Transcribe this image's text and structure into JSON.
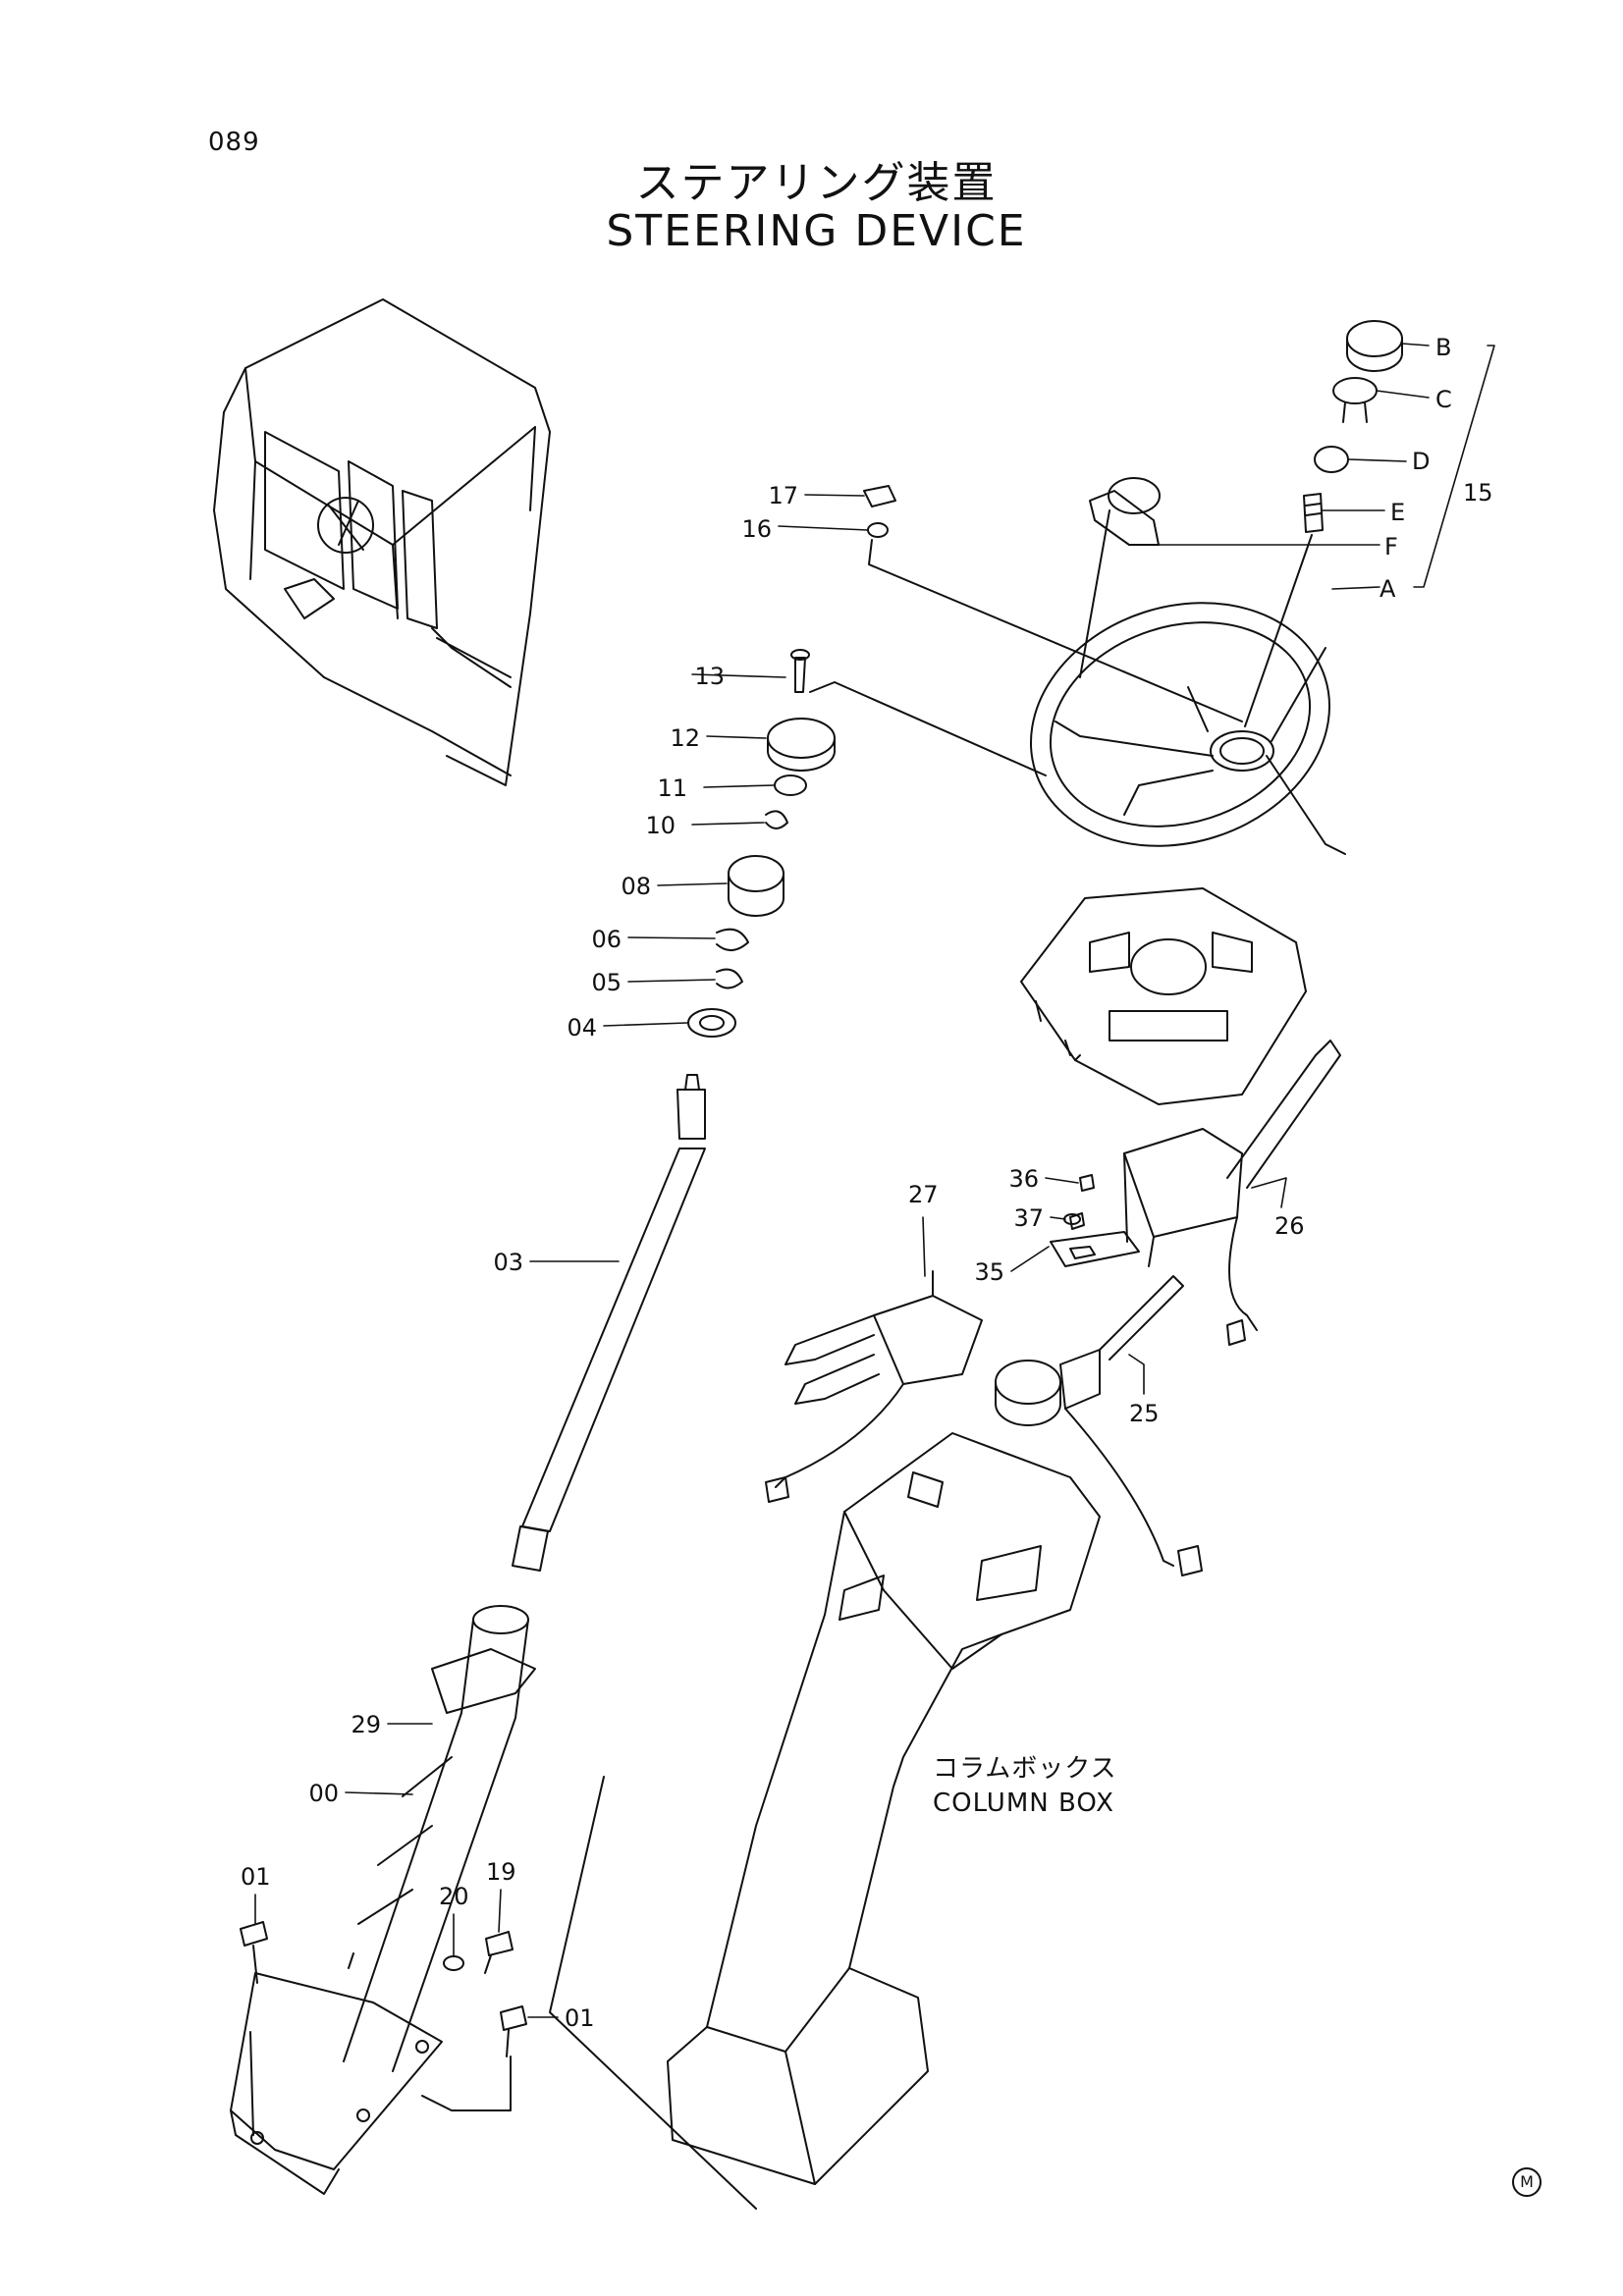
{
  "header": {
    "page_number": "089",
    "title_jp": "ステアリング装置",
    "title_en": "STEERING DEVICE"
  },
  "callouts": [
    {
      "id": "B",
      "text": "B"
    },
    {
      "id": "C",
      "text": "C"
    },
    {
      "id": "D",
      "text": "D"
    },
    {
      "id": "E",
      "text": "E"
    },
    {
      "id": "F",
      "text": "F"
    },
    {
      "id": "A",
      "text": "A"
    },
    {
      "id": "15",
      "text": "15"
    },
    {
      "id": "17",
      "text": "17"
    },
    {
      "id": "16",
      "text": "16"
    },
    {
      "id": "13",
      "text": "13"
    },
    {
      "id": "12",
      "text": "12"
    },
    {
      "id": "11",
      "text": "11"
    },
    {
      "id": "10",
      "text": "10"
    },
    {
      "id": "08",
      "text": "08"
    },
    {
      "id": "06",
      "text": "06"
    },
    {
      "id": "05",
      "text": "05"
    },
    {
      "id": "04",
      "text": "04"
    },
    {
      "id": "03",
      "text": "03"
    },
    {
      "id": "36",
      "text": "36"
    },
    {
      "id": "37",
      "text": "37"
    },
    {
      "id": "35",
      "text": "35"
    },
    {
      "id": "27",
      "text": "27"
    },
    {
      "id": "26",
      "text": "26"
    },
    {
      "id": "25",
      "text": "25"
    },
    {
      "id": "29",
      "text": "29"
    },
    {
      "id": "00",
      "text": "00"
    },
    {
      "id": "01a",
      "text": "01"
    },
    {
      "id": "20",
      "text": "20"
    },
    {
      "id": "19",
      "text": "19"
    },
    {
      "id": "01b",
      "text": "01"
    }
  ],
  "column_box": {
    "label_jp": "コラムボックス",
    "label_en": "COLUMN BOX"
  },
  "footer_mark": "M"
}
